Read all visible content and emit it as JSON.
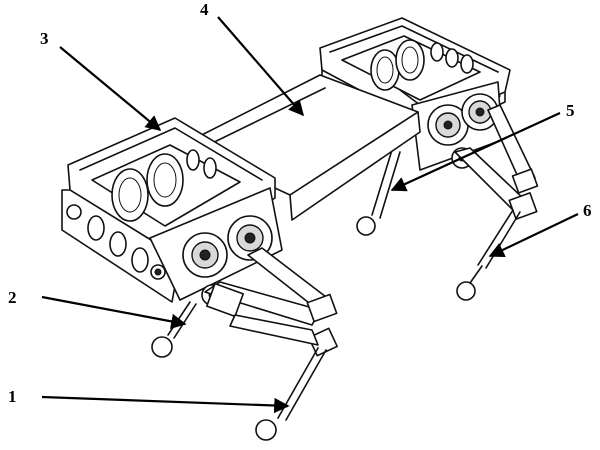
{
  "figure": {
    "callouts": [
      {
        "id": "1",
        "label": "1"
      },
      {
        "id": "2",
        "label": "2"
      },
      {
        "id": "3",
        "label": "3"
      },
      {
        "id": "4",
        "label": "4"
      },
      {
        "id": "5",
        "label": "5"
      },
      {
        "id": "6",
        "label": "6"
      }
    ],
    "colors": {
      "line": "#111111",
      "background": "#ffffff"
    }
  }
}
